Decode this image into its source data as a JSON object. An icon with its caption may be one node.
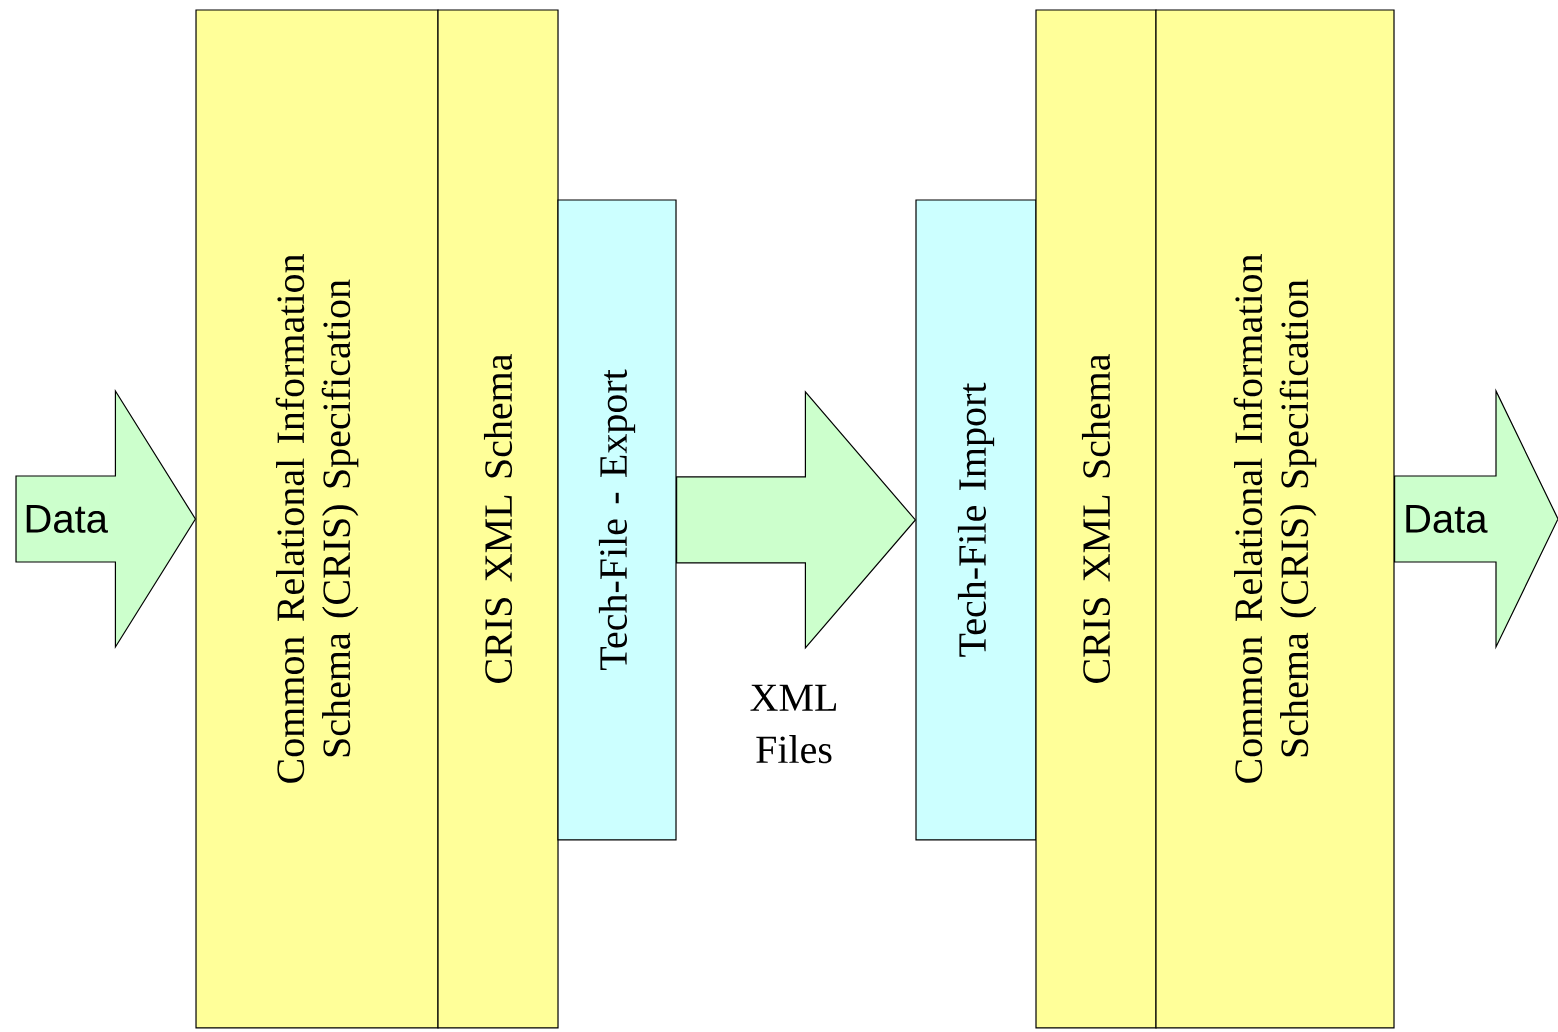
{
  "diagram": {
    "nodes": [
      {
        "text": [
          "Common Relational Information Schema (CRIS) Specification"
        ]
      },
      {
        "text": [
          "CRIS XML Schema"
        ]
      },
      {
        "text": [
          "Tech-File - Export"
        ]
      },
      {
        "text": [
          "Tech-File Import"
        ]
      },
      {
        "text": [
          "CRIS XML Schema"
        ]
      },
      {
        "text": [
          "Common Relational Information Schema (CRIS) Specification"
        ]
      }
    ],
    "edges": [
      {
        "from": null,
        "to": 0,
        "arrow": "to",
        "label": "Data"
      },
      {
        "from": 2,
        "to": 3,
        "arrow": "to",
        "label": "XML Files"
      },
      {
        "from": 5,
        "to": null,
        "arrow": "to",
        "label": "Data"
      }
    ]
  }
}
